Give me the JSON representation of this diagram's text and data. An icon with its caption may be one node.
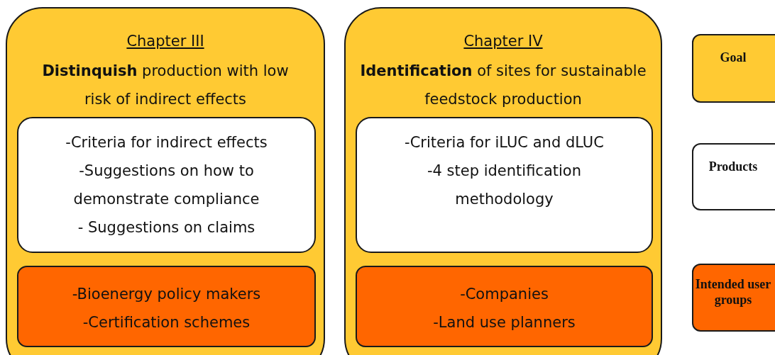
{
  "diagram": {
    "nodes": [
      {
        "text": [
          "Chapter III",
          "**Distinquish** production with low risk of indirect effects"
        ]
      },
      {
        "text": [
          "-Criteria for indirect effects",
          "-Suggestions on how to demonstrate compliance",
          "- Suggestions on claims"
        ],
        "in": 0
      },
      {
        "text": [
          "-Bioenergy policy makers",
          "-Certification schemes"
        ],
        "in": 0
      },
      {
        "text": [
          "Chapter IV",
          "**Identification** of sites for sustainable feedstock production"
        ]
      },
      {
        "text": [
          "-Criteria for iLUC and dLUC",
          "-4 step identification methodology"
        ],
        "in": 3
      },
      {
        "text": [
          "-Companies",
          "-Land use planners"
        ],
        "in": 3
      },
      {
        "text": [
          "Goal"
        ]
      },
      {
        "text": [
          "Products"
        ]
      },
      {
        "text": [
          "Intended user groups"
        ]
      }
    ]
  }
}
